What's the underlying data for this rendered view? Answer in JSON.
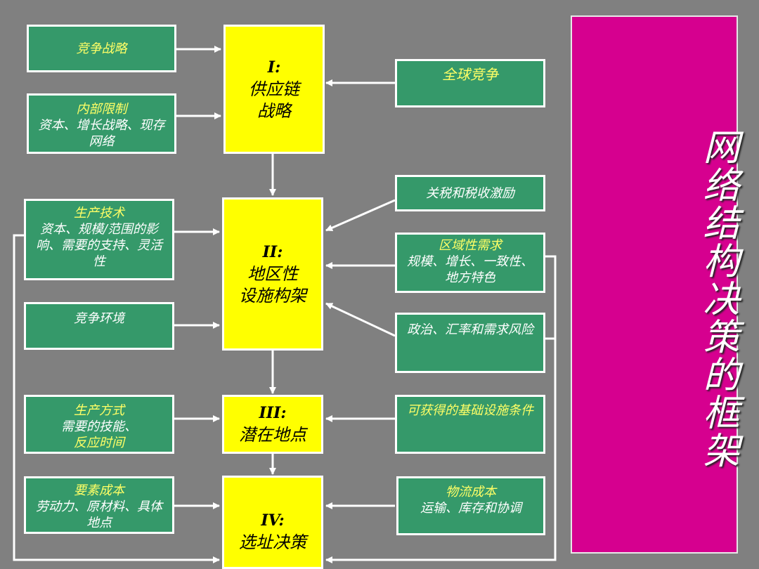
{
  "diagram": {
    "title": "网络结构决策的框架",
    "stages": [
      {
        "num": "I:",
        "lines": [
          "供应链",
          "战略"
        ]
      },
      {
        "num": "II:",
        "lines": [
          "地区性",
          "设施构架"
        ]
      },
      {
        "num": "III:",
        "lines": [
          "潜在地点"
        ]
      },
      {
        "num": "IV:",
        "lines": [
          "选址决策"
        ]
      }
    ],
    "left": [
      {
        "head": "竞争战略",
        "body": ""
      },
      {
        "head": "内部限制",
        "body": "资本、增长战略、现存网络"
      },
      {
        "head": "生产技术",
        "body": "资本、规模/范围的影响、需要的支持、灵活性"
      },
      {
        "head": "",
        "body": "竞争环境"
      },
      {
        "head": "生产方式",
        "body": "需要的技能、",
        "tail": "反应时间"
      },
      {
        "head": "要素成本",
        "body": "劳动力、原材料、具体地点"
      }
    ],
    "right": [
      {
        "head": "",
        "body": "全球竞争"
      },
      {
        "head": "",
        "body": "关税和税收激励"
      },
      {
        "head": "区域性需求",
        "body": "规模、增长、一致性、地方特色"
      },
      {
        "head": "",
        "body": "政治、汇率和需求风险"
      },
      {
        "head": "可获得的基础设施条件",
        "body": ""
      },
      {
        "head": "物流成本",
        "body": "运输、库存和协调"
      }
    ]
  }
}
